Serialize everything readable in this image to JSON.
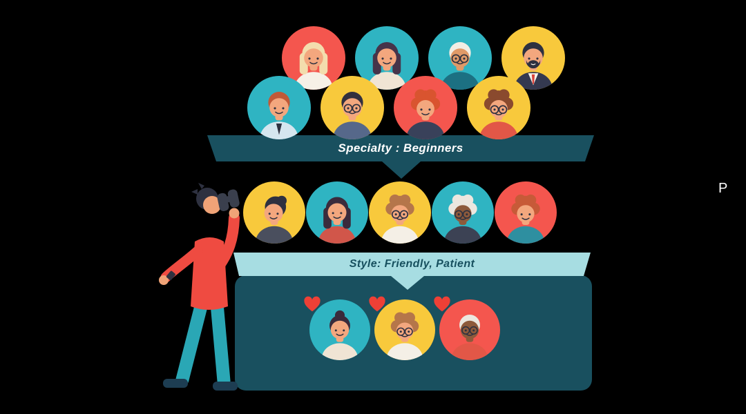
{
  "theme": {
    "background": "#000000",
    "banner_dark": "#19505f",
    "banner_light": "#a7dde2",
    "box": "#19505f",
    "heart": "#ee4036",
    "text_light": "#ffffff",
    "text_dark": "#17505f",
    "observer_sweater": "#ef4b41",
    "observer_pants": "#2aa7b5",
    "observer_shoes": "#1d3d52",
    "observer_skin": "#f0a377",
    "observer_hair": "#2e3140",
    "binoculars": "#3a3f4d"
  },
  "banners": {
    "specialty": {
      "label": "Specialty : Beginners"
    },
    "style": {
      "label": "Style: Friendly,  Patient"
    }
  },
  "misc": {
    "p_label": "P"
  },
  "icons": {
    "heart": "heart-icon",
    "observer": "person-with-binoculars"
  },
  "avatars": {
    "top_row_1": [
      {
        "name": "avatar-blonde-woman",
        "bg": "#f4564e",
        "skin": "#f3a77e",
        "hair": "#f3ddad",
        "hairType": "long",
        "shirt": "#f6f0e6"
      },
      {
        "name": "avatar-brunette-woman",
        "bg": "#2fb4c2",
        "skin": "#f3a77e",
        "hair": "#46344a",
        "hairType": "long",
        "shirt": "#f0e4d4"
      },
      {
        "name": "avatar-white-hair-man-glasses",
        "bg": "#2fb4c2",
        "skin": "#e09a68",
        "hair": "#f2ede4",
        "hairType": "short",
        "glasses": true,
        "shirt": "#1c7082"
      },
      {
        "name": "avatar-bearded-man-suit",
        "bg": "#f8c93c",
        "skin": "#f3a77e",
        "hair": "#2e3140",
        "hairType": "short",
        "beard": true,
        "suit": true,
        "shirt": "#343950"
      }
    ],
    "top_row_2": [
      {
        "name": "avatar-redhead-man-tie",
        "bg": "#2fb4c2",
        "skin": "#f3a77e",
        "hair": "#c05a38",
        "hairType": "short",
        "tie": true,
        "shirt": "#d5e6ef"
      },
      {
        "name": "avatar-man-glasses-plaid",
        "bg": "#f8c93c",
        "skin": "#f3a77e",
        "hair": "#33303e",
        "hairType": "short",
        "glasses": true,
        "shirt": "#56688a"
      },
      {
        "name": "avatar-curly-redhead-woman",
        "bg": "#f4564e",
        "skin": "#f3a77e",
        "hair": "#d9542f",
        "hairType": "curly",
        "shirt": "#39415a"
      },
      {
        "name": "avatar-curly-man-glasses",
        "bg": "#f8c93c",
        "skin": "#f3a77e",
        "hair": "#8a4a2e",
        "hairType": "curly",
        "glasses": true,
        "shirt": "#e25747"
      }
    ],
    "middle_row": [
      {
        "name": "avatar-quiff-man",
        "bg": "#f8c93c",
        "skin": "#f3a77e",
        "hair": "#2e3140",
        "hairType": "quiff",
        "shirt": "#4a4f5e"
      },
      {
        "name": "avatar-dark-hair-woman",
        "bg": "#2fb4c2",
        "skin": "#f3a77e",
        "hair": "#3a2b3c",
        "hairType": "long",
        "shirt": "#d1564a"
      },
      {
        "name": "avatar-curly-glasses-man",
        "bg": "#f8c93c",
        "skin": "#f3a77e",
        "hair": "#b5764a",
        "hairType": "curly",
        "glasses": true,
        "shirt": "#f4efe6"
      },
      {
        "name": "avatar-white-curls-man-glasses",
        "bg": "#2fb4c2",
        "skin": "#8d5a3b",
        "hair": "#ece7df",
        "hairType": "curly",
        "glasses": true,
        "shirt": "#3c4254"
      },
      {
        "name": "avatar-big-curls-woman",
        "bg": "#f4564e",
        "skin": "#f3a77e",
        "hair": "#c75a38",
        "hairType": "curly",
        "shirt": "#2e8fa0"
      }
    ],
    "selected_row": [
      {
        "name": "avatar-selected-woman",
        "bg": "#2fb4c2",
        "skin": "#f3a77e",
        "hair": "#3a2b3c",
        "hairType": "bun",
        "shirt": "#f0e4d4",
        "heart": true
      },
      {
        "name": "avatar-selected-curly-man",
        "bg": "#f8c93c",
        "skin": "#f3a77e",
        "hair": "#b5764a",
        "hairType": "curly",
        "glasses": true,
        "shirt": "#f4efe6",
        "heart": true
      },
      {
        "name": "avatar-selected-white-hair-man",
        "bg": "#f4564e",
        "skin": "#8d5a3b",
        "hair": "#ece7df",
        "hairType": "short",
        "glasses": true,
        "shirt": "#e25747",
        "heart": true
      }
    ]
  }
}
